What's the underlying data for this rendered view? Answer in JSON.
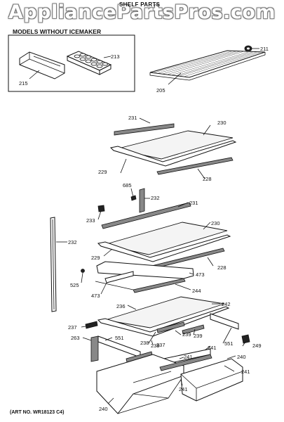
{
  "watermark": "AppliancePartsPros.com",
  "title": "SHELF PARTS",
  "inset_title": "MODELS WITHOUT ICEMAKER",
  "art_no": "(ART NO. WR18123 C4)",
  "callouts": {
    "c211": "211",
    "c205": "205",
    "c213": "213",
    "c215": "215",
    "c231a": "231",
    "c230a": "230",
    "c229a": "229",
    "c228a": "228",
    "c685": "685",
    "c232a": "232",
    "c231b": "231",
    "c233": "233",
    "c232b": "232",
    "c230b": "230",
    "c229b": "229",
    "c228b": "228",
    "c525": "525",
    "c473a": "473",
    "c473b": "473",
    "c244": "244",
    "c236": "236",
    "c242": "242",
    "c237a": "237",
    "c263": "263",
    "c551a": "551",
    "c239a": "239",
    "c239b": "239",
    "c238": "238",
    "c237b": "237",
    "c239c": "239",
    "c241a": "241",
    "c551b": "551",
    "c249": "249",
    "c241b": "241",
    "c240a": "240",
    "c241c": "241",
    "c241d": "241",
    "c240b": "240"
  }
}
